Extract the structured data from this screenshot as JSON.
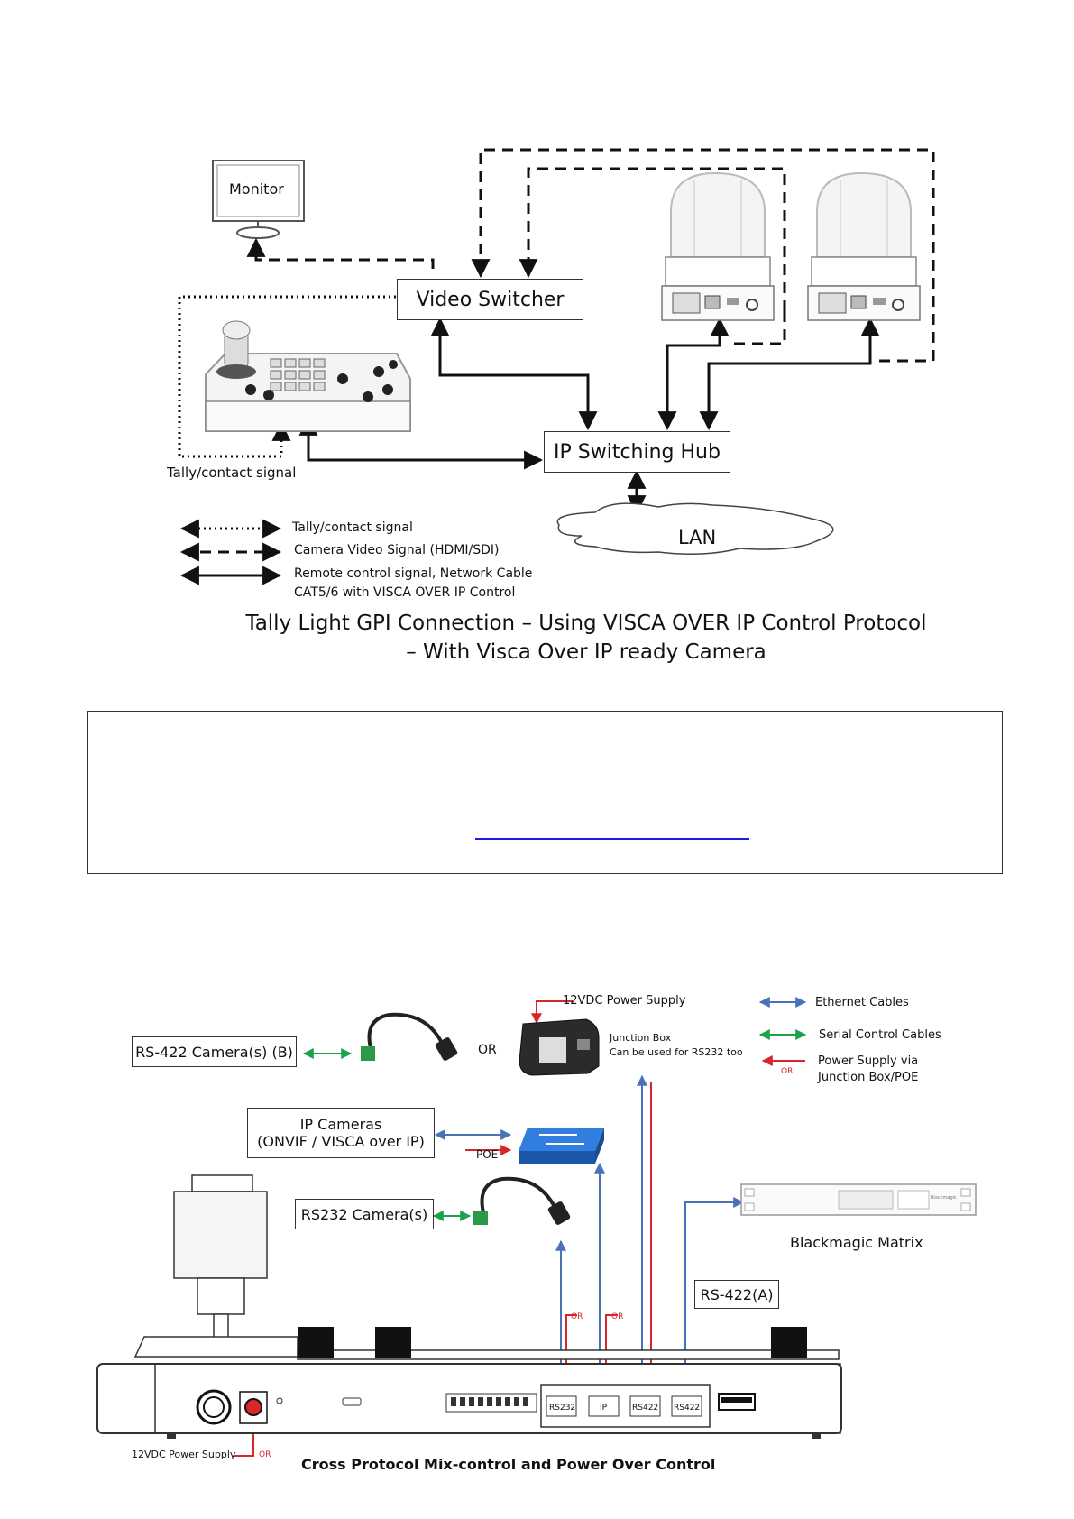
{
  "diagram1": {
    "monitor_label": "Monitor",
    "video_switcher_label": "Video Switcher",
    "ip_hub_label": "IP Switching Hub",
    "lan_label": "LAN",
    "tally_contact_label": "Tally/contact signal",
    "legend": [
      {
        "style": "dotted",
        "text": "Tally/contact signal"
      },
      {
        "style": "dashed",
        "text": "Camera Video Signal (HDMI/SDI)"
      },
      {
        "style": "solid",
        "text": "Remote control signal, Network Cable",
        "text2": "CAT5/6 with VISCA OVER IP Control"
      }
    ],
    "caption_line1": "Tally Light GPI Connection – Using VISCA OVER IP Control Protocol",
    "caption_line2": "– With Visca Over IP ready Camera"
  },
  "blank_box": {
    "link_text": ""
  },
  "diagram2": {
    "rs422b_label": "RS-422 Camera(s) (B)",
    "or_label": "OR",
    "power_supply_label": "12VDC Power Supply",
    "junction_box_line1": "Junction Box",
    "junction_box_line2": "Can be used for RS232 too",
    "ip_cameras_line1": "IP Cameras",
    "ip_cameras_line2": "(ONVIF / VISCA over IP)",
    "poe_label": "POE",
    "rs232_label": "RS232 Camera(s)",
    "blackmagic_label": "Blackmagic Matrix",
    "blackmagic_brand": "Blackmagic",
    "rs422a_label": "RS-422(A)",
    "legend_ethernet": "Ethernet Cables",
    "legend_serial": "Serial Control Cables",
    "legend_power_line1": "Power Supply via",
    "legend_power_line2": "Junction Box/POE",
    "legend_or": "OR",
    "port_rs232": "RS232",
    "port_ip": "IP",
    "port_rs422_1": "RS422",
    "port_rs422_2": "RS422",
    "small_or": "OR",
    "bottom_power_label": "12VDC Power Supply",
    "bottom_or": "OR",
    "caption": "Cross Protocol Mix-control and Power Over Control"
  },
  "colors": {
    "ethernet": "#4a72b8",
    "serial": "#1aa34a",
    "power": "#d8262a"
  }
}
